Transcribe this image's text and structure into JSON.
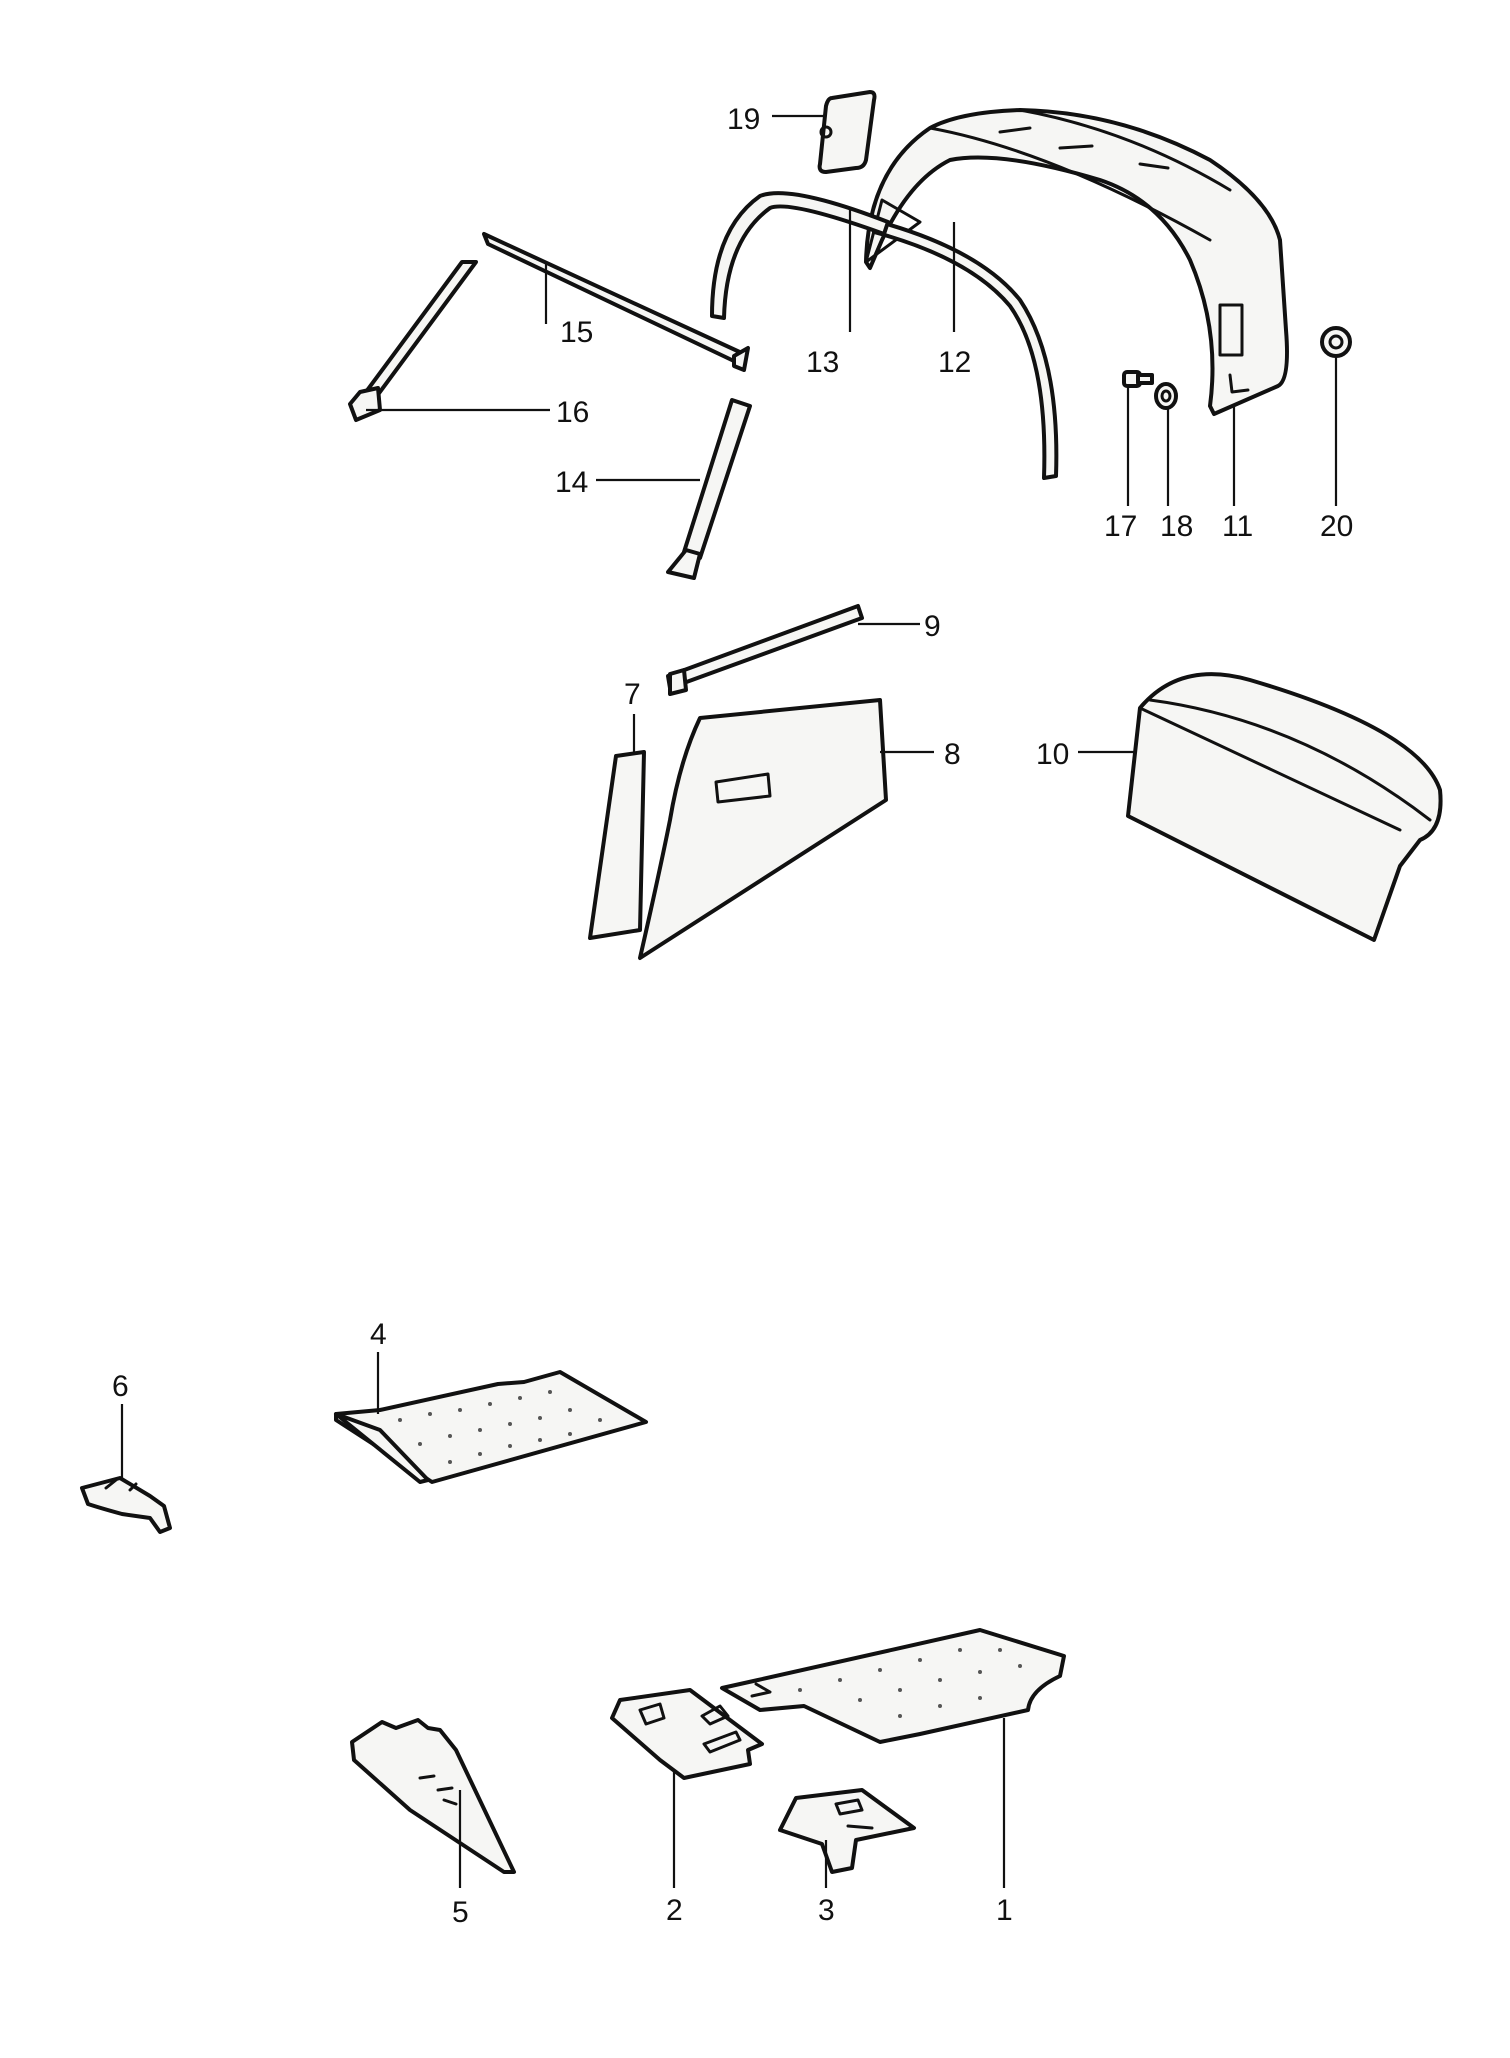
{
  "diagram": {
    "colors": {
      "line": "#111111",
      "fill": "#f6f6f4",
      "background": "#ffffff"
    },
    "callouts": [
      {
        "id": "1",
        "text": "1"
      },
      {
        "id": "2",
        "text": "2"
      },
      {
        "id": "3",
        "text": "3"
      },
      {
        "id": "4",
        "text": "4"
      },
      {
        "id": "5",
        "text": "5"
      },
      {
        "id": "6",
        "text": "6"
      },
      {
        "id": "7",
        "text": "7"
      },
      {
        "id": "8",
        "text": "8"
      },
      {
        "id": "9",
        "text": "9"
      },
      {
        "id": "10",
        "text": "10"
      },
      {
        "id": "11",
        "text": "11"
      },
      {
        "id": "12",
        "text": "12"
      },
      {
        "id": "13",
        "text": "13"
      },
      {
        "id": "14",
        "text": "14"
      },
      {
        "id": "15",
        "text": "15"
      },
      {
        "id": "16",
        "text": "16"
      },
      {
        "id": "17",
        "text": "17"
      },
      {
        "id": "18",
        "text": "18"
      },
      {
        "id": "19",
        "text": "19"
      },
      {
        "id": "20",
        "text": "20"
      }
    ]
  }
}
